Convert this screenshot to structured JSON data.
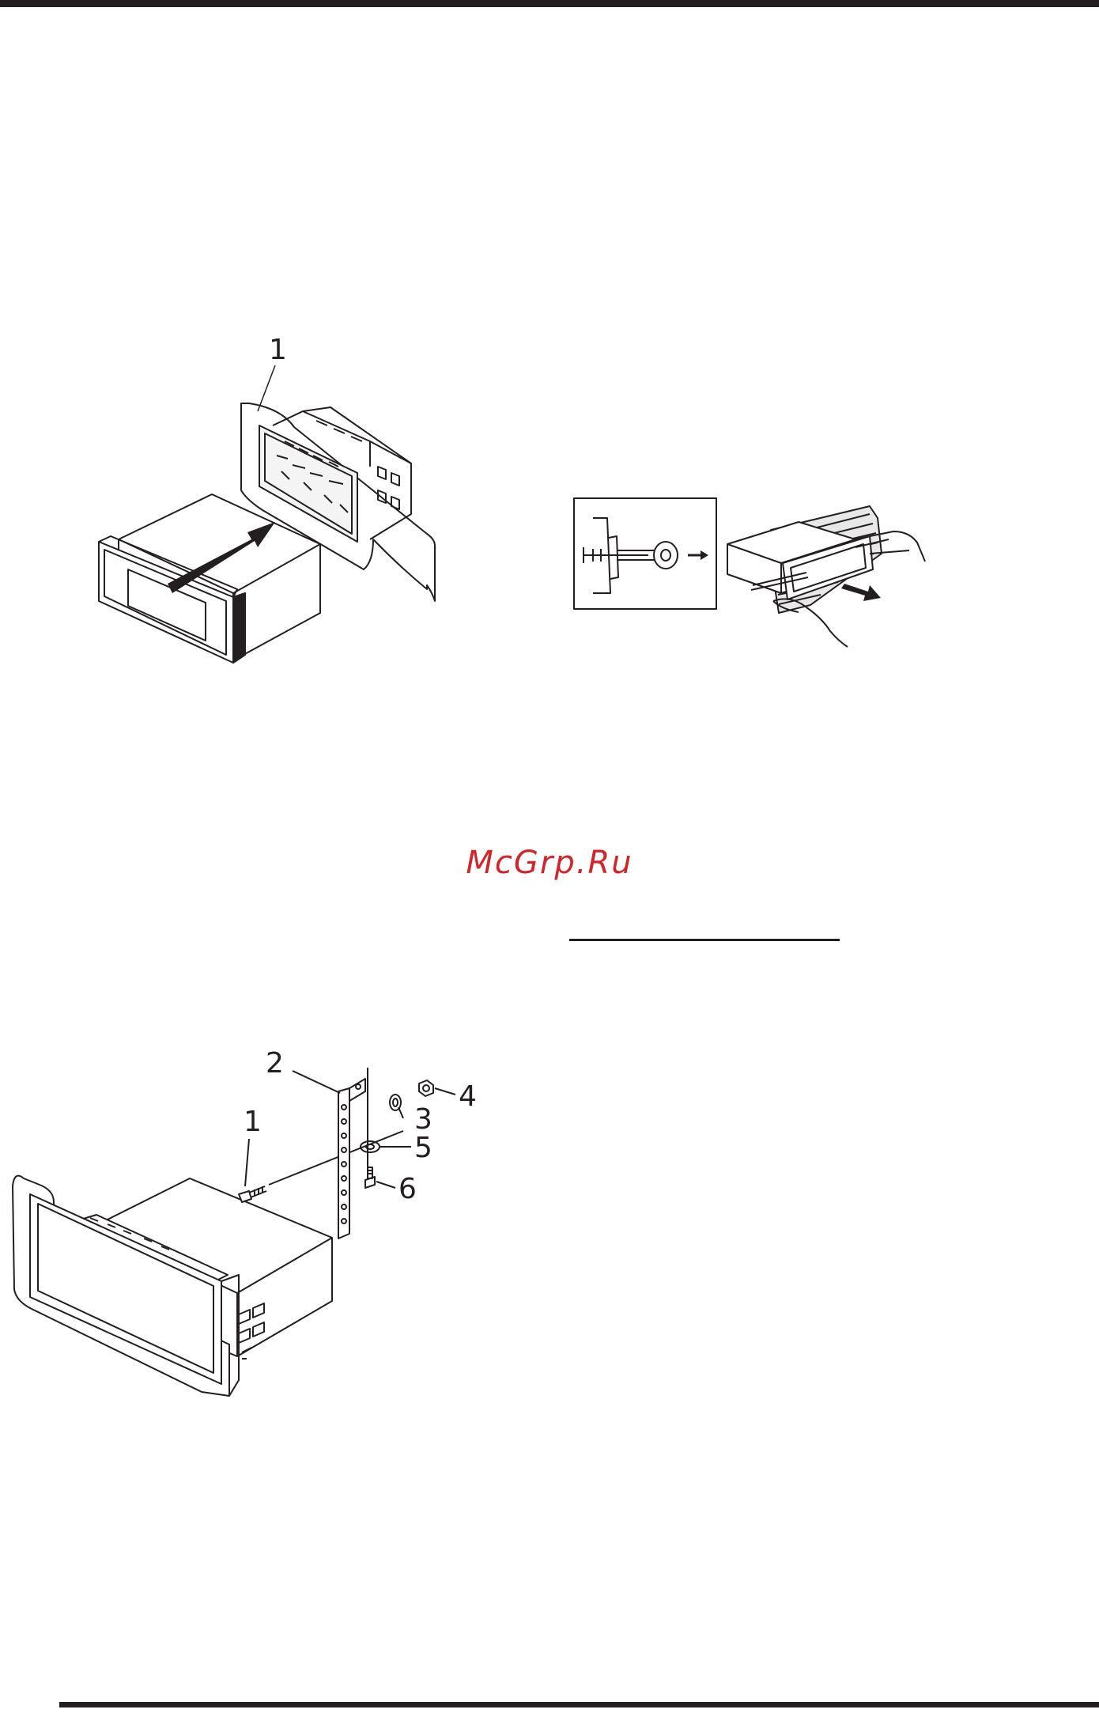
{
  "watermark": {
    "text": "McGrp.Ru",
    "color": "#d0252a"
  },
  "figure_insert": {
    "callouts": [
      "1"
    ],
    "arrow": "insert-arrow-icon"
  },
  "figure_removal": {
    "arrow": "pull-out-arrow-icon"
  },
  "figure_bracket": {
    "callouts": [
      "1",
      "2",
      "3",
      "4",
      "5",
      "6"
    ]
  },
  "colors": {
    "ink": "#231f20",
    "wall": "#e8e8e8"
  }
}
